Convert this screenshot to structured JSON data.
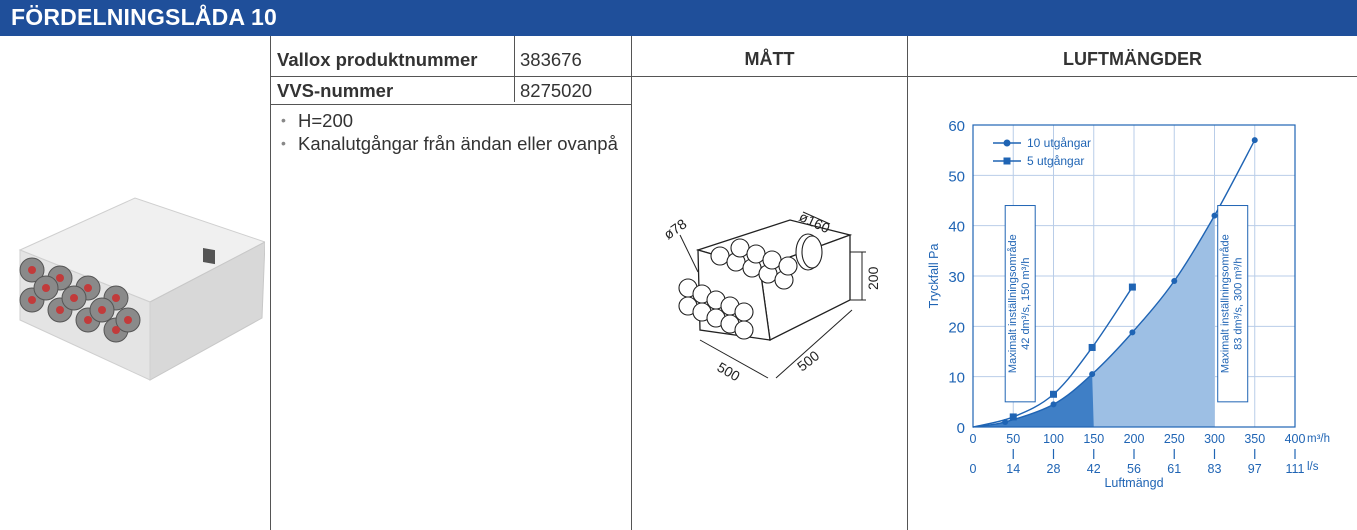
{
  "header": {
    "title": "FÖRDELNINGSLÅDA 10"
  },
  "specs": {
    "rows": [
      {
        "label": "Vallox produktnummer",
        "value": "383676"
      },
      {
        "label": "VVS-nummer",
        "value": "8275020"
      }
    ],
    "bullets": [
      "H=200",
      "Kanalutgångar från ändan eller ovanpå"
    ]
  },
  "columns": {
    "dimensions": "MÅTT",
    "airflow": "LUFTMÄNGDER"
  },
  "drawing": {
    "dia_small": "ø78",
    "dia_large": "ø160",
    "height": "200",
    "width": "500",
    "depth": "500"
  },
  "colors": {
    "brand": "#1f4f9a",
    "chart_blue": "#1f64b4",
    "fill_dark": "#3f7fc6",
    "fill_light": "#9dbfe4"
  },
  "chart_data": {
    "type": "line",
    "ylabel": "Tryckfall Pa",
    "xlabel": "Luftmängd",
    "x_unit": "m³/h",
    "x2_unit": "l/s",
    "ylim": [
      0,
      60
    ],
    "xlim": [
      0,
      400
    ],
    "yticks": [
      "0",
      "10",
      "20",
      "30",
      "40",
      "50",
      "60"
    ],
    "xticks": [
      "0",
      "50",
      "100",
      "150",
      "200",
      "250",
      "300",
      "350",
      "400"
    ],
    "xticks_ls": [
      "0",
      "14",
      "28",
      "42",
      "56",
      "61",
      "83",
      "97",
      "111"
    ],
    "grid": true,
    "legend": "top-left",
    "series": [
      {
        "name": "10 utgångar",
        "marker": "circle",
        "x": [
          40,
          100,
          148,
          198,
          250,
          300,
          350
        ],
        "y": [
          1,
          4.5,
          10.5,
          18.8,
          29,
          42,
          57
        ]
      },
      {
        "name": "5 utgångar",
        "marker": "square",
        "x": [
          50,
          100,
          148,
          198
        ],
        "y": [
          2,
          6.5,
          15.8,
          27.8
        ]
      }
    ],
    "annotations": [
      {
        "text": "Maximalt inställningsområde",
        "text2": "42 dm³/s, 150 m³/h",
        "x": 150
      },
      {
        "text": "Maximalt inställningsområde",
        "text2": "83 dm³/s, 300 m³/h",
        "x": 300
      }
    ]
  }
}
